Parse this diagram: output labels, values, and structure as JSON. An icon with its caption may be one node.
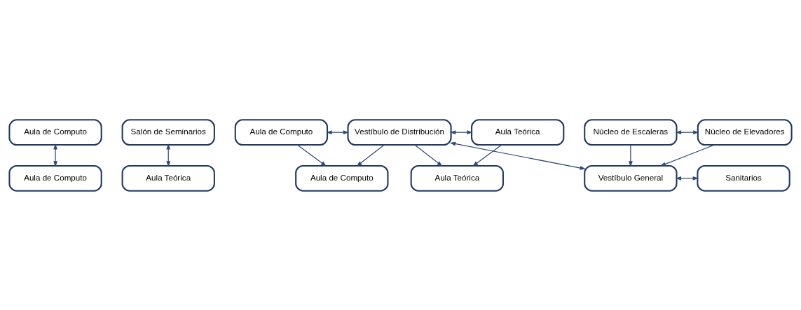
{
  "diagram": {
    "nodes": [
      {
        "text": [
          "Aula de Computo"
        ]
      },
      {
        "text": [
          "Salón de Seminarios"
        ]
      },
      {
        "text": [
          "Aula de Computo"
        ]
      },
      {
        "text": [
          "Vestíbulo de Distribución"
        ]
      },
      {
        "text": [
          "Aula Teórica"
        ]
      },
      {
        "text": [
          "Aula de Computo"
        ]
      },
      {
        "text": [
          "Aula de Computo"
        ]
      },
      {
        "text": [
          "Aula Teórica"
        ]
      },
      {
        "text": [
          "Aula Teórica"
        ]
      },
      {
        "text": [
          "Vestíbulo General"
        ]
      },
      {
        "text": [
          "Sanitarios"
        ]
      },
      {
        "text": [
          "Núcleo de Escaleras"
        ]
      },
      {
        "text": [
          "Núcleo de Elevadores"
        ]
      }
    ],
    "edges": [
      {
        "from": 0,
        "to": 5,
        "arrow": "both"
      },
      {
        "from": 2,
        "to": 3,
        "arrow": "both"
      },
      {
        "from": 2,
        "to": 6,
        "arrow": "to"
      },
      {
        "from": 3,
        "to": 6,
        "arrow": "to"
      },
      {
        "from": 3,
        "to": 4,
        "arrow": "both"
      },
      {
        "from": 3,
        "to": 7,
        "arrow": "to"
      },
      {
        "from": 4,
        "to": 7,
        "arrow": "to"
      },
      {
        "from": 1,
        "to": 8,
        "arrow": "both"
      },
      {
        "from": 3,
        "to": 9,
        "arrow": "both"
      },
      {
        "from": 9,
        "to": 10,
        "arrow": "both"
      },
      {
        "from": 11,
        "to": 12,
        "arrow": "both"
      },
      {
        "from": 11,
        "to": 9,
        "arrow": "to"
      },
      {
        "from": 12,
        "to": 9,
        "arrow": "to"
      }
    ]
  }
}
